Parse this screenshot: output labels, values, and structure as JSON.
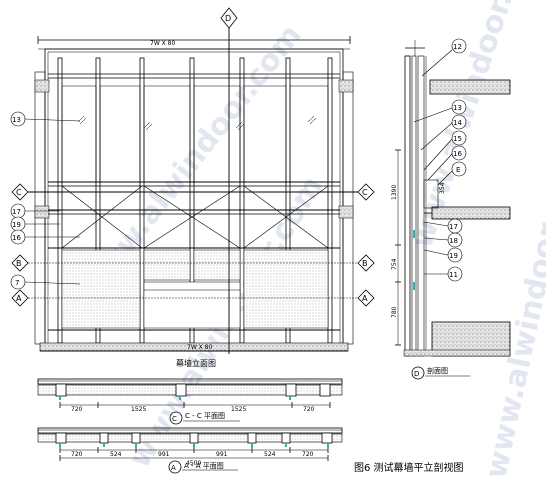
{
  "figure": {
    "caption": "图6  测试幕墙平立剖视图",
    "watermark": "www.alwindoor.com",
    "colors": {
      "line": "#000000",
      "accent": "#2ab0b0",
      "fill_grey": "#d9d9d9",
      "stipple": "#a8a8a8"
    }
  },
  "elevation": {
    "title": "幕墙立面图",
    "top_dim": "7W X 80",
    "bottom_dim": "7W X 80",
    "section_marks": {
      "d_top": "D",
      "c_left": "C",
      "c_right": "C",
      "b_left": "B",
      "b_right": "B",
      "a_left": "A",
      "a_right": "A"
    },
    "callouts": [
      "13",
      "17",
      "19",
      "16",
      "7"
    ]
  },
  "section_d": {
    "title": "剖面图",
    "mark": "D",
    "callouts": [
      "12",
      "13",
      "14",
      "15",
      "16",
      "E",
      "17",
      "18",
      "19",
      "11"
    ],
    "dims": [
      "1390",
      "754",
      "780",
      "354"
    ]
  },
  "plan_c": {
    "title": "C - C 平面图",
    "mark": "C",
    "dims": [
      "720",
      "1525",
      "1525",
      "720"
    ]
  },
  "plan_a": {
    "title": "A - A 平面图",
    "mark": "A",
    "total": "4509",
    "dims": [
      "720",
      "524",
      "991",
      "991",
      "524",
      "720"
    ]
  }
}
